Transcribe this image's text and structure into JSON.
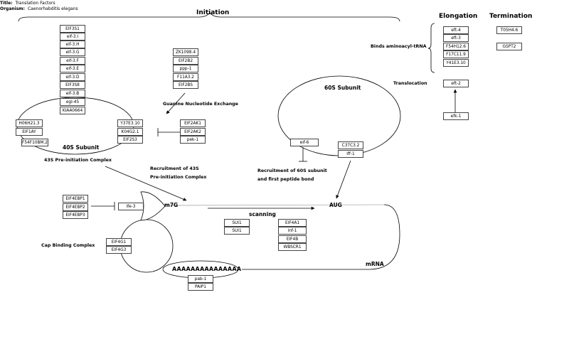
{
  "meta": {
    "title_label": "Title:",
    "title_value": "Translation Factors",
    "organism_label": "Organism:",
    "organism_value": "Caenorhabditis elegans"
  },
  "sections": {
    "initiation": "Initiation",
    "elongation": "Elongation",
    "termination": "Termination"
  },
  "labels": {
    "subunit_40s": "40S Subunit",
    "preinit_43s": "43S Pre-initiation Complex",
    "guanine_exchange": "Guanine Nucleotide Exchange",
    "recruit_43s_line1": "Recruitment of 43S",
    "recruit_43s_line2": "Pre-initiation Complex",
    "cap_binding": "Cap Binding Complex",
    "m7g": "m7G",
    "aug": "AUG",
    "scanning": "scanning",
    "mrna": "mRNA",
    "polyA": "AAAAAAAAAAAAAAA",
    "subunit_60s": "60S Subunit",
    "recruit_60s_line1": "Recruitment of 60S subunit",
    "recruit_60s_line2": "and first peptide bond",
    "binds_trna": "Binds aminoacyl-tRNA",
    "translocation": "Translocation"
  },
  "genes": {
    "stack_40s": [
      "EIF3S1",
      "eif-3.I",
      "eif-3.H",
      "eif-3.G",
      "eif-3.F",
      "eif-3.E",
      "eif-3.D",
      "EIF3S8",
      "eif-3.B",
      "egl-45",
      "KIAA0664"
    ],
    "left_40s": [
      "H06H21.3",
      "EIF1AY",
      "F54F10BM.2"
    ],
    "right_40s": [
      "Y37E3.10",
      "K04G2.1",
      "EIF2S3"
    ],
    "gef": [
      "ZK1098.4",
      "EIF2B2",
      "ppp-1",
      "F11A3.2",
      "EIF2BS"
    ],
    "inhibitors_eif2": [
      "EIF2AK1",
      "EIF2AK2",
      "pek-1"
    ],
    "eif4ebp": [
      "EIF4EBP1",
      "EIF4EBP2",
      "EIF4EBP3"
    ],
    "ife": "ife-3",
    "eif4g": [
      "EIF4G1",
      "EIF4G3"
    ],
    "sui": [
      "SUI1",
      "SUI1"
    ],
    "eif4a": [
      "EIF4A1",
      "inf-1",
      "EIF4B",
      "WBSCR1"
    ],
    "pab": [
      "pab-1",
      "PAIP1"
    ],
    "eif6": "eif-6",
    "iff": [
      "C37C3.2",
      "iff-1"
    ],
    "elongation_trna": [
      "eft-4",
      "eft-3",
      "F54H12.6",
      "F17C11.9",
      "Y41E3.10"
    ],
    "translocation": "eft-2",
    "efk": "efk-1",
    "termination": [
      "T05H4.6",
      "GSPT2"
    ]
  }
}
